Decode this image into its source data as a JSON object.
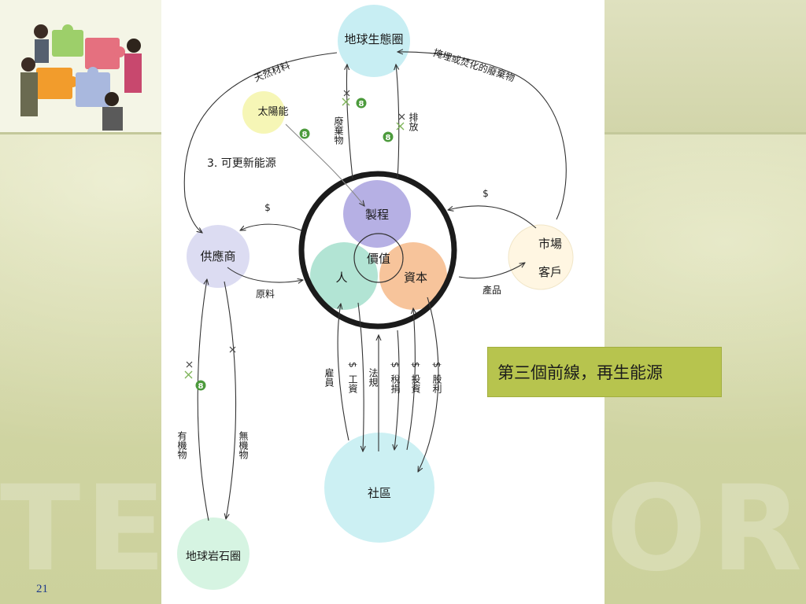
{
  "slide": {
    "page_number": "21",
    "callout_text": "第三個前線，再生能源",
    "watermark_left": "TE",
    "watermark_right": "ORK"
  },
  "diagram": {
    "title": "3. 可更新能源",
    "nodes": {
      "biosphere": "地球生態圈",
      "sun": "太陽能",
      "supplier": "供應商",
      "process": "製程",
      "value": "價值",
      "people": "人",
      "capital": "資本",
      "market": "市場",
      "customer": "客戶",
      "community": "社區",
      "lithosphere": "地球岩石圈"
    },
    "labels": {
      "natural_materials": "天然材料",
      "landfill_waste": "掩埋或焚化的廢棄物",
      "waste": "廢棄物",
      "emission": "排放",
      "raw_materials": "原料",
      "products": "產品",
      "dollar": "$",
      "organic": "有機物",
      "inorganic": "無機物",
      "employees": "雇員",
      "wages": "工資",
      "regulations": "法規",
      "taxes": "稅捐",
      "investment": "投資",
      "dividends": "股利",
      "badge": "8"
    }
  }
}
